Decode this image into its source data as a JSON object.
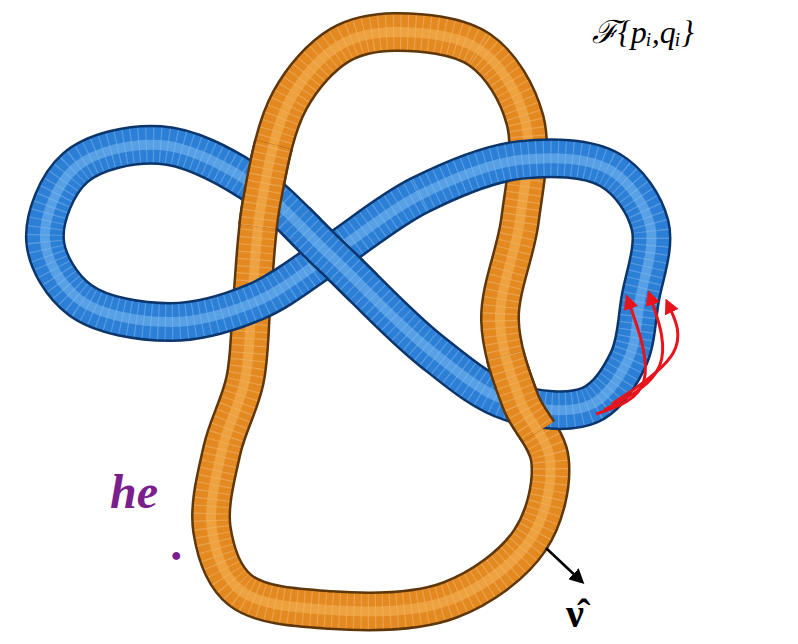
{
  "diagram": {
    "labels": [
      "ℱ{pᵢ,qᵢ}",
      "ν̂",
      "he",
      "."
    ]
  }
}
